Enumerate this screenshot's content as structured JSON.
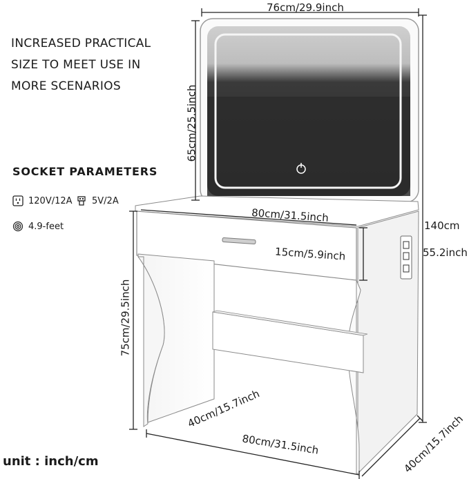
{
  "headline": "INCREASED PRACTICAL SIZE TO MEET USE IN MORE SCENARIOS",
  "socket": {
    "title": "SOCKET PARAMETERS",
    "specs": [
      {
        "icon": "outlet-icon",
        "label": "120V/12A"
      },
      {
        "icon": "usb-icon",
        "label": "5V/2A"
      },
      {
        "icon": "cable-coil-icon",
        "label": "4.9-feet"
      }
    ]
  },
  "dimensions": {
    "mirror_width": "76cm/29.9inch",
    "mirror_height": "65cm/25.5inch",
    "desk_width": "80cm/31.5inch",
    "drawer_height": "15cm/5.9inch",
    "total_height_cm": "140cm",
    "total_height_inch": "55.2inch",
    "table_height": "75cm/29.5inch",
    "inner_depth": "40cm/15.7inch",
    "base_width": "80cm/31.5inch",
    "base_depth": "40cm/15.7inch"
  },
  "unit_label": "unit : inch/cm",
  "colors": {
    "furniture": "#ffffff",
    "mirror_glass": "#333333",
    "led_glow": "#f2f2f2",
    "outline": "#8a8a8a",
    "dimension_line": "#222222"
  }
}
